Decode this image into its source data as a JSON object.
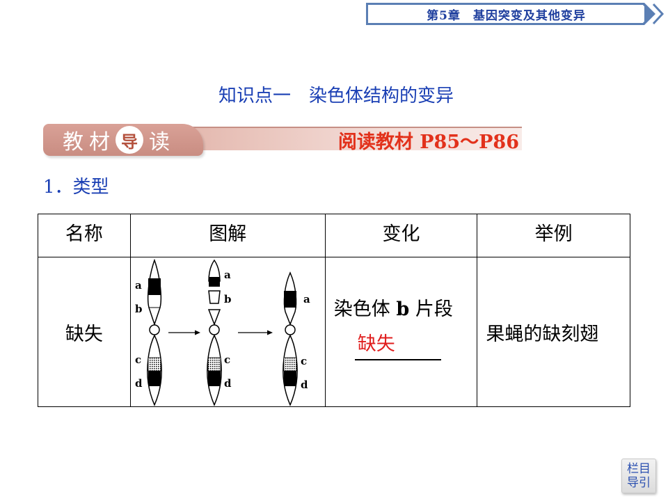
{
  "header": {
    "chapter": "第5章　基因突变及其他变异"
  },
  "section": {
    "title": "知识点一　染色体结构的变异"
  },
  "guide": {
    "tab_chars": [
      "教",
      "材",
      "导",
      "读"
    ],
    "reference": "阅读教材 P85～P86"
  },
  "list": {
    "heading": "1．类型"
  },
  "table": {
    "headers": [
      "名称",
      "图解",
      "变化",
      "举例"
    ],
    "rows": [
      {
        "name": "缺失",
        "change_prefix": "染色体",
        "change_letter": "b",
        "change_suffix": "片段",
        "change_answer": "缺失",
        "example": "果蝇的缺刻翅",
        "diagram": {
          "chromosome1_labels": [
            "a",
            "b",
            "c",
            "d"
          ],
          "chromosome2_labels": [
            "a",
            "b",
            "c",
            "d"
          ],
          "chromosome3_labels": [
            "a",
            "c",
            "d"
          ]
        }
      }
    ]
  },
  "nav": {
    "line1": "栏目",
    "line2": "导引"
  },
  "colors": {
    "title_blue": "#1a3fb4",
    "answer_red": "#e01e1e",
    "guide_red": "#e2311b",
    "banner_border": "#5b7fb4"
  }
}
